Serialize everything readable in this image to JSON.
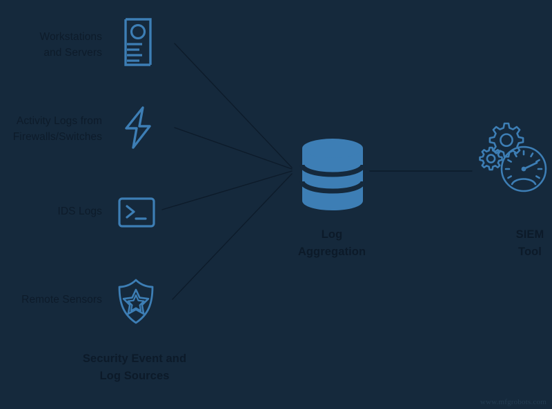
{
  "diagram": {
    "title": "Security Event and Log Sources to SIEM Tool flow",
    "background_color": "#15293c",
    "icon_color": "#3d7eb5",
    "text_color": "#0d1b2a",
    "line_color": "#0d1b2a"
  },
  "sources": [
    {
      "id": "workstations",
      "label": "Workstations\nand Servers",
      "icon": "server-tower-icon"
    },
    {
      "id": "activity-logs",
      "label": "Activity Logs from\nFirewalls/Switches",
      "icon": "lightning-bolt-icon"
    },
    {
      "id": "ids-logs",
      "label": "IDS Logs",
      "icon": "terminal-console-icon"
    },
    {
      "id": "remote-sensors",
      "label": "Remote Sensors",
      "icon": "shield-star-icon"
    }
  ],
  "group_label": "Security Event and\nLog Sources",
  "aggregation": {
    "label": "Log\nAggregation",
    "icon": "database-cylinder-icon"
  },
  "destination": {
    "label": "SIEM\nTool",
    "icon": "gears-gauge-icon"
  },
  "watermark": "www.mfgrobots.com"
}
